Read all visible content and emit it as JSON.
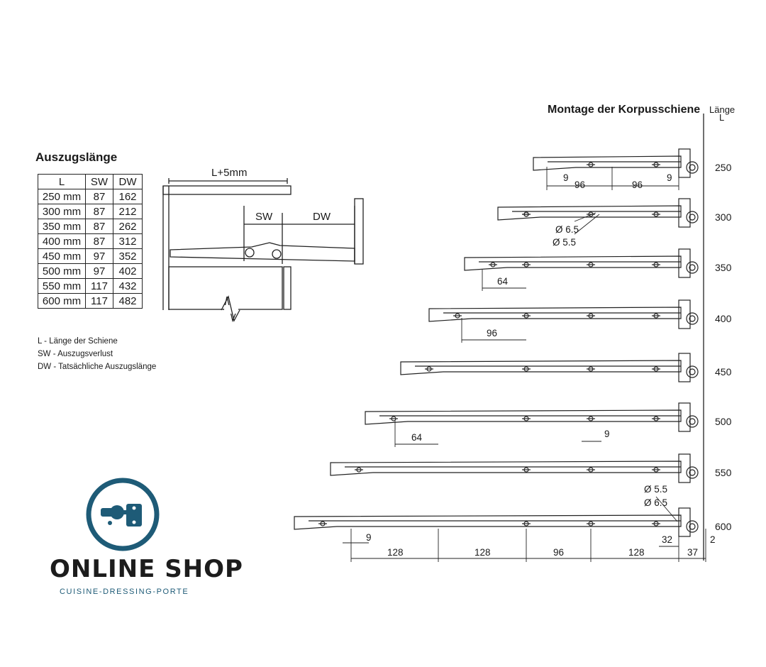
{
  "left_panel": {
    "title": "Auszugslänge",
    "table": {
      "headers": [
        "L",
        "SW",
        "DW"
      ],
      "rows": [
        [
          "250 mm",
          "87",
          "162"
        ],
        [
          "300 mm",
          "87",
          "212"
        ],
        [
          "350 mm",
          "87",
          "262"
        ],
        [
          "400 mm",
          "87",
          "312"
        ],
        [
          "450 mm",
          "97",
          "352"
        ],
        [
          "500 mm",
          "97",
          "402"
        ],
        [
          "550 mm",
          "117",
          "432"
        ],
        [
          "600 mm",
          "117",
          "482"
        ]
      ]
    },
    "legend": [
      "L - Länge der Schiene",
      "SW - Auszugsverlust",
      "DW - Tatsächliche Auszugslänge"
    ],
    "section_labels": {
      "total": "L+5mm",
      "sw": "SW",
      "dw": "DW"
    }
  },
  "right_panel": {
    "title": "Montage der Korpusschiene",
    "length_header": "Länge",
    "length_symbol": "L",
    "rail_lengths": [
      "250",
      "300",
      "350",
      "400",
      "450",
      "500",
      "550",
      "600"
    ],
    "dimensions": {
      "r250": [
        "9",
        "96",
        "96",
        "9"
      ],
      "r300_holes": [
        "Ø 6.5",
        "Ø 5.5"
      ],
      "r350": "64",
      "r400": "96",
      "r500": [
        "64",
        "9"
      ],
      "r550_holes": [
        "Ø 5.5",
        "Ø 6.5"
      ],
      "bottom": [
        "9",
        "128",
        "128",
        "96",
        "128",
        "32",
        "37",
        "2"
      ]
    }
  },
  "logo": {
    "name": "ONLINE SHOP",
    "tagline": "CUISINE-DRESSING-PORTE",
    "ring_color": "#1e5b77",
    "icon": "hinge-icon"
  }
}
